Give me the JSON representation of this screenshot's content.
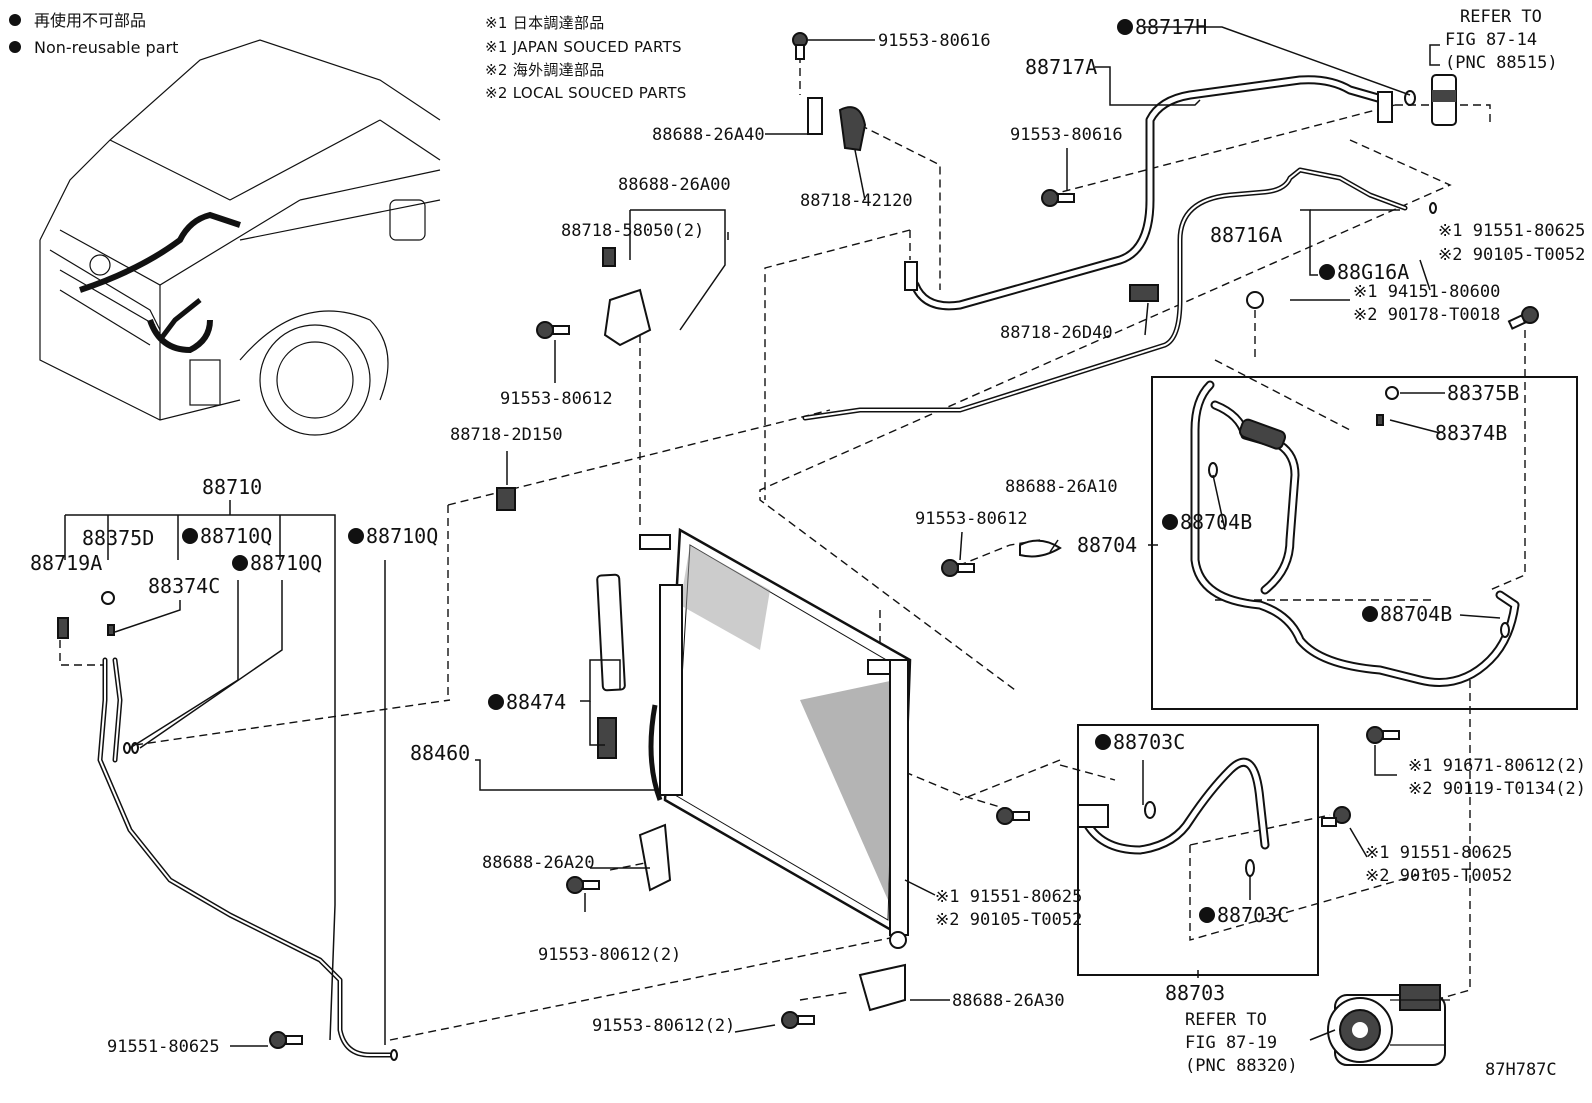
{
  "legend": {
    "jp_line": "再使用不可部品",
    "en_line": "Non-reusable part"
  },
  "notes": {
    "n1_jp": "※1 日本調達部品",
    "n1_en": "※1 JAPAN SOUCED PARTS",
    "n2_jp": "※2 海外調達部品",
    "n2_en": "※2 LOCAL SOUCED PARTS"
  },
  "refs": {
    "top_right": [
      "REFER TO",
      "FIG 87-14",
      "(PNC 88515)"
    ],
    "bottom_right": [
      "REFER TO",
      "FIG 87-19",
      "(PNC 88320)"
    ]
  },
  "diagram_code": "87H787C",
  "labels": {
    "p91553_80616_top": "91553-80616",
    "p88717H": "88717H",
    "p88717A": "88717A",
    "p88688_26A40": "88688-26A40",
    "p91553_80616_mid": "91553-80616",
    "p88718_42120": "88718-42120",
    "p88688_26A00": "88688-26A00",
    "p88718_58050": "88718-58050(2)",
    "p88716A": "88716A",
    "p88G16A": "88G16A",
    "n1_91551_80625_a": "※1 91551-80625",
    "n2_90105_T0052_a": "※2 90105-T0052",
    "n1_94151_80600": "※1 94151-80600",
    "n2_90178_T0018": "※2 90178-T0018",
    "p88718_26D40": "88718-26D40",
    "p91553_80612_a": "91553-80612",
    "p88718_2D150": "88718-2D150",
    "p88375B": "88375B",
    "p88374B": "88374B",
    "p88710": "88710",
    "p88375D": "88375D",
    "p88710Q_1": "88710Q",
    "p88710Q_2": "88710Q",
    "p88719A": "88719A",
    "p88710Q_3": "88710Q",
    "p88374C": "88374C",
    "p88688_26A10": "88688-26A10",
    "p91553_80612_b": "91553-80612",
    "p88704": "88704",
    "p88704B_1": "88704B",
    "p88704B_2": "88704B",
    "p88474": "88474",
    "p88460": "88460",
    "p88703C_1": "88703C",
    "n1_91671_80612": "※1 91671-80612(2)",
    "n2_90119_T0134": "※2 90119-T0134(2)",
    "p88688_26A20": "88688-26A20",
    "n1_91551_80625_b": "※1 91551-80625",
    "n2_90105_T0052_b": "※2 90105-T0052",
    "n1_91551_80625_c": "※1 91551-80625",
    "n2_90105_T0052_c": "※2 90105-T0052",
    "p88703C_2": "88703C",
    "p91553_80612_2_a": "91553-80612(2)",
    "p88703": "88703",
    "p88688_26A30": "88688-26A30",
    "p91551_80625": "91551-80625",
    "p91553_80612_2_b": "91553-80612(2)"
  }
}
